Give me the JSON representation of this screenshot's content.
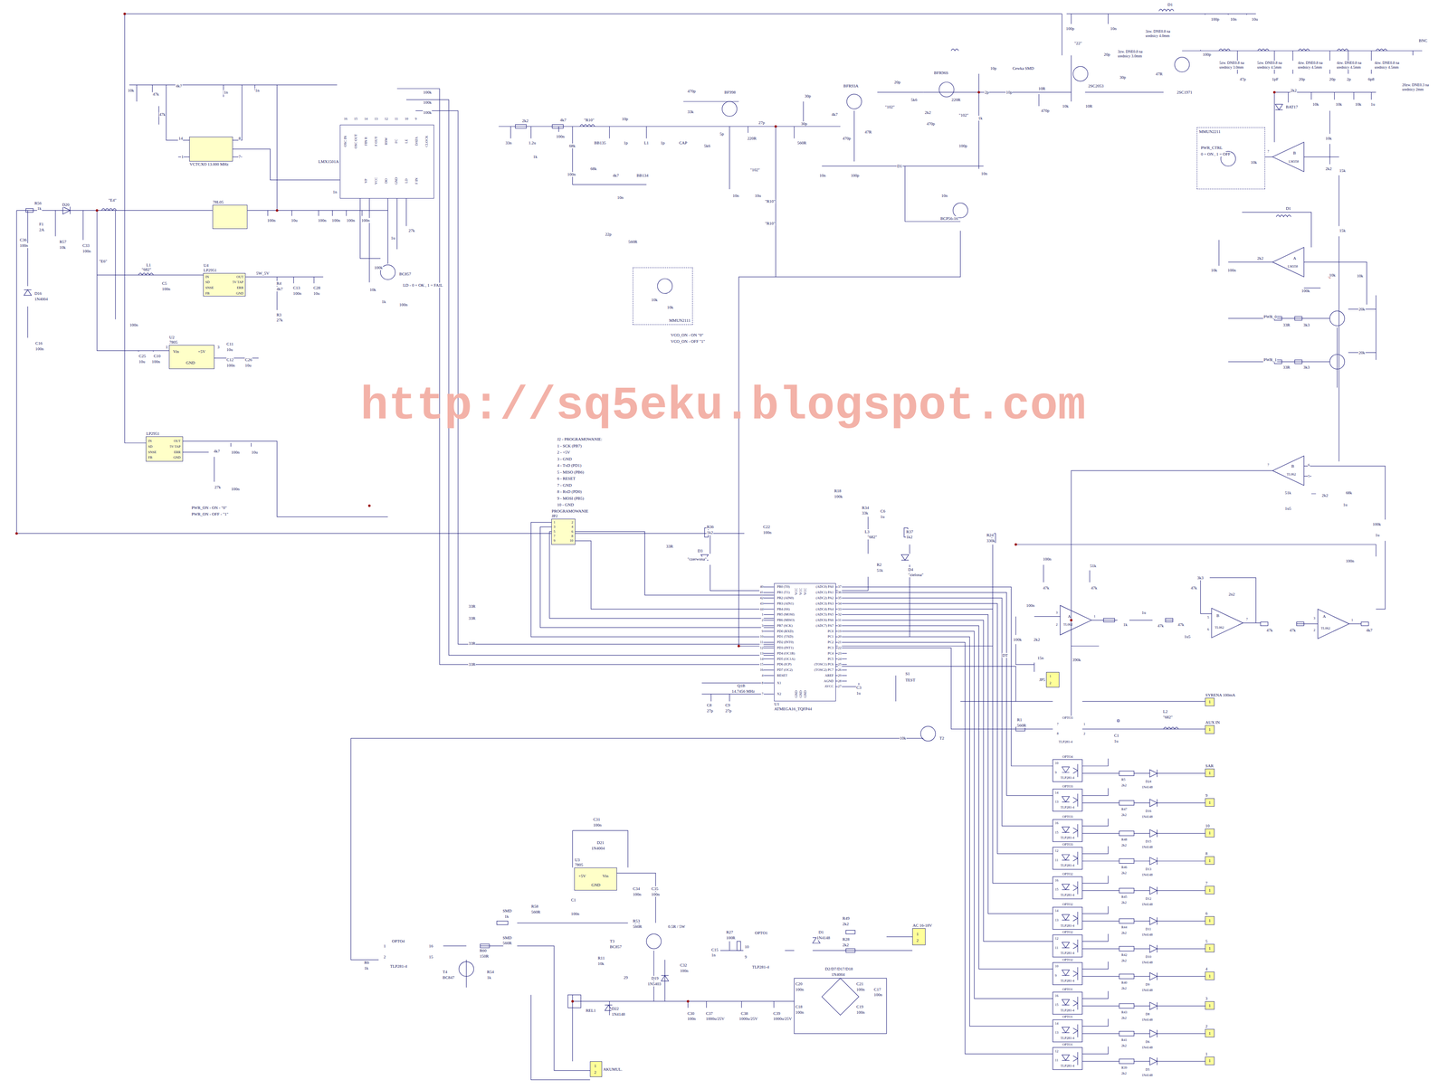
{
  "diagram": {
    "nodes": [
      {
        "text": [
          "VCTCXO 13.000 MHz"
        ]
      },
      {
        "text": [
          "LMX1501A"
        ]
      },
      {
        "text": [
          "78L05"
        ]
      },
      {
        "text": [
          "U4",
          "LP2951"
        ]
      },
      {
        "text": [
          "U2",
          "7805"
        ]
      },
      {
        "text": [
          "LP2951"
        ]
      },
      {
        "text": [
          "MMUN2111"
        ]
      },
      {
        "text": [
          "MMUN2211"
        ]
      },
      {
        "text": [
          "PROGRAMOWANIE",
          "JP2"
        ]
      },
      {
        "text": [
          "U1",
          "ATMEGA16_TQFP44"
        ]
      },
      {
        "text": [
          "U3",
          "7805"
        ]
      },
      {
        "text": [
          "JP5"
        ]
      },
      {
        "text": [
          "1",
          "SYRENA 100mA"
        ]
      },
      {
        "text": [
          "1",
          "AUX IN"
        ]
      },
      {
        "text": [
          "1",
          "SAR"
        ]
      },
      {
        "text": [
          "1",
          "9"
        ]
      },
      {
        "text": [
          "1",
          "10"
        ]
      },
      {
        "text": [
          "1",
          "8"
        ]
      },
      {
        "text": [
          "1",
          "7"
        ]
      },
      {
        "text": [
          "1",
          "6"
        ]
      },
      {
        "text": [
          "1",
          "5"
        ]
      },
      {
        "text": [
          "1",
          "4"
        ]
      },
      {
        "text": [
          "1",
          "3"
        ]
      },
      {
        "text": [
          "1",
          "2"
        ]
      },
      {
        "text": [
          "1",
          "1"
        ]
      },
      {
        "text": [
          "AC 16-18V"
        ]
      },
      {
        "text": [
          "AKUMUL."
        ]
      }
    ],
    "edges": [
      {
        "from": 0,
        "to": 1,
        "arrow": "none"
      },
      {
        "from": 8,
        "to": 9,
        "arrow": "none"
      }
    ],
    "labels": [
      "10k",
      "47k",
      "47k",
      "4k7",
      "1n",
      "1n",
      "14",
      "8",
      "1",
      "7",
      "OSC IN",
      "OSC OUT",
      "FIN R",
      "F OUT",
      "RSW",
      "FC",
      "LE",
      "DATA",
      "CLOCK",
      "VP",
      "VCC",
      "DO",
      "GND",
      "LD",
      "F IN",
      "16",
      "15",
      "14",
      "13",
      "12",
      "11",
      "10",
      "9",
      "100k",
      "100k",
      "100k",
      "1n",
      "R56",
      "1k",
      "D20",
      "\"E4\"",
      "F1",
      "2A",
      "R57",
      "10k",
      "C33",
      "100n",
      "C36",
      "100n",
      "\"E6\"",
      "D16",
      "1N4004",
      "C16",
      "100n",
      "L1",
      "\"682\"",
      "100n",
      "10u",
      "100n",
      "100n",
      "100n",
      "100n",
      "5W_5V",
      "C5",
      "100n",
      "R4",
      "4k7",
      "C13",
      "100n",
      "C28",
      "10u",
      "R3",
      "27k",
      "100n",
      "27k",
      "1u",
      "BC857",
      "100k",
      "10k",
      "1k",
      "100n",
      "LD - 0 = OK , 1 = FAIL",
      "C25",
      "10u",
      "C10",
      "100n",
      "C11",
      "10u",
      "C12",
      "100n",
      "C26",
      "10u",
      "Vin",
      "+5V",
      "GND",
      "1",
      "3",
      "IN",
      "SD",
      "SNSE",
      "FB",
      "OUT",
      "5V TAP",
      "ERR",
      "GND",
      "4k7",
      "100n",
      "10u",
      "27k",
      "100n",
      "PWR_ON - ON - \"0\"",
      "PWR_ON - OFF - \"1\"",
      "IN",
      "SD",
      "SNSE",
      "FB",
      "OUT",
      "5V TAP",
      "ERR",
      "GND",
      "J2 - PROGRAMOWANIE:",
      "1 - SCK (PB7)",
      "2 - +5V",
      "3 - GND",
      "4 - TxD (PD1)",
      "5 - MISO (PB6)",
      "6 - RESET",
      "7 - GND",
      "8 - RxD (PD0)",
      "9 - MOSI (PB5)",
      "10 - GND",
      "2k2",
      "4k7",
      "\"R10\"",
      "10p",
      "470p",
      "BF998",
      "33k",
      "27p",
      "30p",
      "30p",
      "BFR93A",
      "BFR96S",
      "20p",
      "5k6",
      "2k2",
      "470p",
      "220R",
      "\"102\"",
      "\"102\"",
      "1k",
      "4k7",
      "470p",
      "47R",
      "33n",
      "1.2u",
      "1k",
      "100n",
      "68k",
      "BB135",
      "1p",
      "L1",
      "1p",
      "CAP",
      "5k6",
      "5p",
      "220R",
      "\"102\"",
      "\"R10\"",
      "560R",
      "\"R10\"",
      "100n",
      "68k",
      "4k7",
      "BB134",
      "10n",
      "22p",
      "560R",
      "10n",
      "10u",
      "10n",
      "100p",
      "D1",
      "100p",
      "10n",
      "10n",
      "BCP56-16",
      "10p",
      "2p",
      "10p",
      "Cewka SMD",
      "10R",
      "470p",
      "10k",
      "10R",
      "\"22\"",
      "2SC2053",
      "20p",
      "30p",
      "47R",
      "2SC1971",
      "100p",
      "10n",
      "D1",
      "100p",
      "10n",
      "10u",
      "100p",
      "3zw. DNE0.8 na srednicy 4.0mm",
      "3zw. DNE0.8 na srednicy 3.0mm",
      "5zw. DNE0.8 na srednicy 3.0mm",
      "5zw. DNE0.8 na srednicy 4.5mm",
      "4zw. DNE0.8 na srednicy 4.5mm",
      "4zw. DNE0.8 na srednicy 4.5mm",
      "4zw. DNE0.8 na srednicy 4.5mm",
      "BNC",
      "20zw. DNE0.3 na srednicy 2mm",
      "47p",
      "1pF",
      "20p",
      "20p",
      "2p",
      "6p8",
      "2k2",
      "BAT17",
      "10k",
      "10k",
      "10k",
      "1u",
      "10k",
      "2k2",
      "15k",
      "PWR_CTRL",
      "0 = ON , 1 = OFF",
      "10k",
      "7",
      "B",
      "LM358",
      "D1",
      "15k",
      "10k",
      "100n",
      "2k2",
      "LM358",
      "A",
      "10k",
      "100k",
      "10k",
      "20k",
      "PWR_0",
      "33R",
      "3k3",
      "20k",
      "PWR_1",
      "33R",
      "3k3",
      "10k",
      "10k",
      "VCO_ON - ON \"0\"",
      "VCO_ON - OFF \"1\"",
      "7",
      "B",
      "TL062",
      "6",
      "5",
      "51k",
      "2k2",
      "68k",
      "1u",
      "1u5",
      "100k",
      "1u",
      "R18",
      "100k",
      "R34",
      "33k",
      "C6",
      "1u",
      "C22",
      "100n",
      "R36",
      "1k2",
      "D3",
      "\"czerwona\"",
      "L3",
      "\"682\"",
      "R37",
      "1k2",
      "R2",
      "51k",
      "D4",
      "\"zielona\"",
      "R24",
      "330k",
      "33R",
      "PB0 (T0)",
      "PB1 (T1)",
      "PB2 (AIN0)",
      "PB3 (AIN1)",
      "PB4 (SS)",
      "PB5 (MOSI)",
      "PB6 (MISO)",
      "PB7 (SCK)",
      "PD0 (RXD)",
      "PD1 (TXD)",
      "PD2 (INT0)",
      "PD3 (INT1)",
      "PD4 (OC1B)",
      "PD5 (OC1A)",
      "PD6 (ICP)",
      "PD7 (OC2)",
      "RESET",
      "X1",
      "X2",
      "(ADC0) PA0",
      "(ADC1) PA1",
      "(ADC2) PA2",
      "(ADC3) PA3",
      "(ADC4) PA4",
      "(ADC5) PA5",
      "(ADC6) PA6",
      "(ADC7) PA7",
      "PC0",
      "PC1",
      "PC2",
      "PC3",
      "PC4",
      "PC5",
      "(TOSC1) PC6",
      "(TOSC2) PC7",
      "AREF",
      "AGND",
      "AVCC",
      "VCC",
      "VCC",
      "VCC",
      "GND",
      "GND",
      "GND",
      "40",
      "41",
      "42",
      "43",
      "44",
      "1",
      "2",
      "3",
      "9",
      "10",
      "11",
      "12",
      "13",
      "14",
      "15",
      "16",
      "4",
      "8",
      "7",
      "37",
      "36",
      "35",
      "34",
      "33",
      "32",
      "31",
      "30",
      "19",
      "20",
      "21",
      "22",
      "23",
      "24",
      "25",
      "26",
      "29",
      "28",
      "27",
      "Q1B",
      "14.7456 MHz",
      "C8",
      "27p",
      "C9",
      "27p",
      "C3",
      "1u",
      "S1",
      "TEST",
      "33R",
      "33R",
      "33R",
      "33R",
      "DT",
      "1",
      "3",
      "5",
      "7",
      "9",
      "2",
      "4",
      "6",
      "8",
      "10",
      "100n",
      "51k",
      "3k3",
      "100n",
      "47k",
      "47k",
      "47k",
      "2n2",
      "100n",
      "3",
      "2",
      "A",
      "TL062",
      "1",
      "1k",
      "1u",
      "47k",
      "47k",
      "5",
      "6",
      "B",
      "TL062",
      "7",
      "47k",
      "47k",
      "3",
      "2",
      "A",
      "TL062",
      "1",
      "4k7",
      "1u5",
      "100k",
      "2k2",
      "15n",
      "390k",
      "1",
      "2",
      "R1",
      "560R",
      "OPTO3",
      "7",
      "8",
      "1",
      "2",
      "TLP281-4",
      "C1",
      "1u",
      "L2",
      "\"682\"",
      "10k",
      "T2",
      "OPTO4",
      "10",
      "9",
      "TLP281-4",
      "R5",
      "2k2",
      "D24",
      "1N4148",
      "OPTO3",
      "14",
      "13",
      "TLP281-4",
      "R47",
      "2k2",
      "D16",
      "1N4148",
      "OPTO3",
      "16",
      "15",
      "TLP281-4",
      "R48",
      "2k2",
      "D15",
      "1N4148",
      "OPTO3",
      "12",
      "11",
      "TLP281-4",
      "R46",
      "2k2",
      "D13",
      "1N4148",
      "OPTO2",
      "16",
      "15",
      "TLP281-4",
      "R45",
      "2k2",
      "D12",
      "1N4148",
      "OPTO2",
      "14",
      "13",
      "TLP281-4",
      "R44",
      "2k2",
      "D11",
      "1N4148",
      "OPTO2",
      "12",
      "11",
      "TLP281-4",
      "R42",
      "2k2",
      "D10",
      "1N4148",
      "OPTO2",
      "10",
      "9",
      "TLP281-4",
      "R40",
      "2k2",
      "D9",
      "1N4148",
      "OPTO1",
      "16",
      "15",
      "TLP281-4",
      "R43",
      "2k2",
      "D8",
      "1N4148",
      "OPTO1",
      "14",
      "13",
      "TLP281-4",
      "R41",
      "2k2",
      "D6",
      "1N4148",
      "OPTO1",
      "12",
      "11",
      "TLP281-4",
      "R39",
      "2k2",
      "D5",
      "1N4148",
      "C31",
      "100n",
      "D21",
      "1N4004",
      "+5V",
      "Vin",
      "GND",
      "C1",
      "100n",
      "C34",
      "100n",
      "C35",
      "100n",
      "SMD",
      "1k",
      "R58",
      "560R",
      "SMD",
      "560R",
      "R60",
      "150R",
      "R54",
      "1k",
      "OPTO4",
      "TLP281-4",
      "16",
      "15",
      "1",
      "2",
      "R6",
      "1k",
      "T4",
      "BC847",
      "R53",
      "560R",
      "T3",
      "BC857",
      "0.5R / 5W",
      "R11",
      "10k",
      "C32",
      "100n",
      "D19",
      "1N5403",
      "29",
      "REL1",
      "D22",
      "1N4148",
      "C30",
      "100n",
      "C37",
      "1000u/25V",
      "C38",
      "1000u/25V",
      "C39",
      "1000u/25V",
      "C17",
      "100n",
      "C20",
      "100n",
      "C21",
      "100n",
      "C18",
      "100n",
      "C19",
      "100n",
      "D2/D7/D17/D18",
      "1N4004",
      "R27",
      "100R",
      "C15",
      "1n",
      "OPTO1",
      "TLP281-4",
      "10",
      "9",
      "D1",
      "1N4148",
      "R49",
      "2k2",
      "R28",
      "2k2",
      "1",
      "2",
      "1",
      "2",
      "http://sq5eku.blogspot.com"
    ]
  }
}
